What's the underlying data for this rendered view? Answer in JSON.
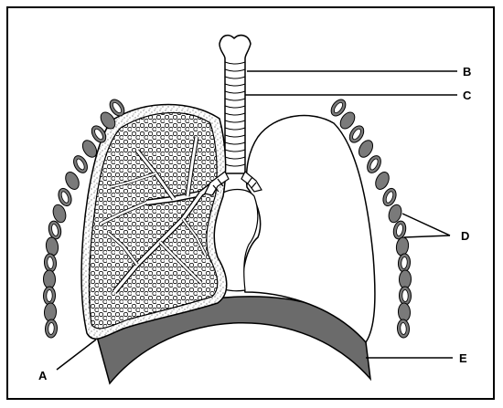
{
  "diagram": {
    "labels": {
      "a": "A",
      "b": "B",
      "c": "C",
      "d": "D",
      "e": "E"
    },
    "colors": {
      "outline": "#000000",
      "diaphragm": "#6b6b6b",
      "rib": "#7a7a7a",
      "tissue_fill": "#ffffff",
      "pleura_stipple": "#555555"
    }
  }
}
